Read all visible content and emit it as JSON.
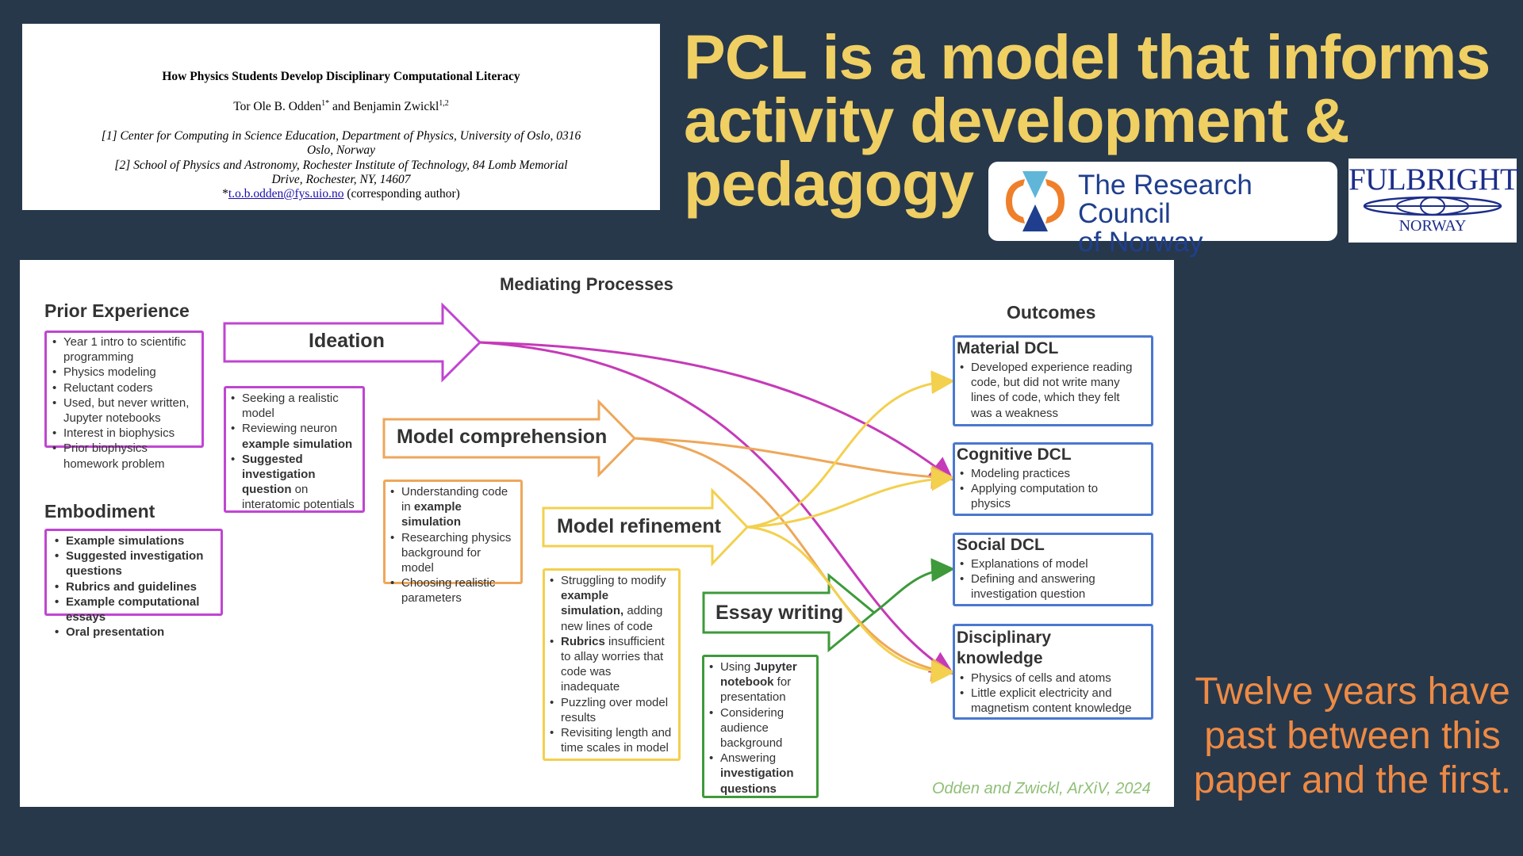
{
  "paper": {
    "title": "How Physics Students Develop Disciplinary Computational Literacy",
    "authors": "Tor Ole B. Odden1* and Benjamin Zwickl1,2",
    "affiliation1_line1": "[1] Center for Computing in Science Education, Department of Physics, University of Oslo, 0316",
    "affiliation1_line2": "Oslo, Norway",
    "affiliation2_line1": "[2] School of Physics and Astronomy, Rochester Institute of Technology, 84 Lomb Memorial",
    "affiliation2_line2": "Drive, Rochester, NY, 14607",
    "email_prefix": "*",
    "email": "t.o.b.odden@fys.uio.no",
    "email_suffix": "(corresponding author)"
  },
  "headline": "PCL is a model that informs activity development & pedagogy",
  "logos": {
    "rcn_line1": "The Research Council",
    "rcn_line2": "of Norway",
    "fulbright": "FULBRIGHT",
    "fulbright_sub": "NORWAY"
  },
  "diagram": {
    "mediating_title": "Mediating Processes",
    "prior": {
      "heading": "Prior Experience",
      "items": [
        "Year 1 intro to scientific",
        "programming",
        "Physics modeling",
        "Reluctant coders",
        "Used, but never written,",
        "Jupyter notebooks",
        "Interest in biophysics",
        "Prior biophysics",
        "homework problem"
      ]
    },
    "embodiment": {
      "heading": "Embodiment",
      "items": [
        "Example simulations",
        "Suggested investigation",
        "questions",
        "Rubrics and guidelines",
        "Example computational",
        "essays",
        "Oral presentation"
      ]
    },
    "ideation": {
      "label": "Ideation",
      "items": [
        "Seeking a realistic",
        "model",
        "Reviewing neuron",
        "example simulation",
        "Suggested",
        "investigation",
        "question",
        "on",
        "interatomic potentials"
      ]
    },
    "comprehension": {
      "label": "Model comprehension",
      "items": [
        "Understanding code",
        "in",
        "example",
        "simulation",
        "Researching physics",
        "background for",
        "model",
        "Choosing realistic",
        "parameters"
      ]
    },
    "refinement": {
      "label": "Model refinement",
      "items": [
        "Struggling to modify",
        "example",
        "simulation,",
        "adding",
        "new lines of code",
        "Rubrics",
        "insufficient",
        "to allay worries that",
        "code was",
        "inadequate",
        "Puzzling over model",
        "results",
        "Revisiting length and",
        "time scales in model"
      ]
    },
    "essay": {
      "label": "Essay writing",
      "items": [
        "Using",
        "Jupyter",
        "notebook",
        "for",
        "presentation",
        "Considering",
        "audience",
        "background",
        "Answering",
        "investigation",
        "questions"
      ]
    },
    "outcomes": {
      "heading": "Outcomes",
      "material": {
        "title": "Material DCL",
        "items": [
          "Developed experience reading",
          "code, but did not write many",
          "lines of code, which they felt",
          "was a weakness"
        ]
      },
      "cognitive": {
        "title": "Cognitive DCL",
        "items": [
          "Modeling practices",
          "Applying computation to",
          "physics"
        ]
      },
      "social": {
        "title": "Social DCL",
        "items": [
          "Explanations of model",
          "Defining and answering",
          "investigation question"
        ]
      },
      "disciplinary": {
        "title_line1": "Disciplinary",
        "title_line2": "knowledge",
        "items": [
          "Physics of cells and atoms",
          "Little explicit electricity and",
          "magnetism content knowledge"
        ]
      }
    },
    "citation": "Odden and Zwickl, ArXiV, 2024",
    "colors": {
      "purple": "#c045d2",
      "magenta_flow": "#c53ab8",
      "orange": "#eea75a",
      "yellow": "#f3d04e",
      "green": "#3e9a3a",
      "blue": "#4a78d0"
    }
  },
  "footer_note": "Twelve years have past between this paper and the first."
}
